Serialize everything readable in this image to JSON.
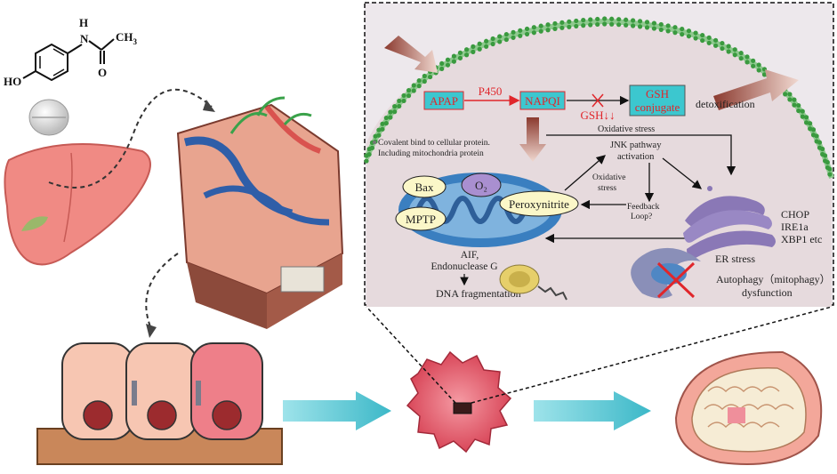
{
  "molecule": {
    "nh": "H",
    "n": "N",
    "o": "O",
    "ch3": "CH",
    "ch3_sub": "3",
    "ho": "HO"
  },
  "pathway": {
    "apap": "APAP",
    "p450": "P450",
    "napqi": "NAPQI",
    "gsh_conjugate_line1": "GSH",
    "gsh_conjugate_line2": "conjugate",
    "gsh_depletion": "GSH↓↓",
    "detoxification": "detoxification",
    "oxidative_stress_top": "Oxidative stress",
    "covalent_line1": "Covalent bind to cellular protein.",
    "covalent_line2": "Including mitochondria protein",
    "jnk_line1": "JNK pathway",
    "jnk_line2": "activation",
    "oxidative_stress_mid_line1": "Oxidative",
    "oxidative_stress_mid_line2": "stress",
    "feedback_line1": "Feedback",
    "feedback_line2": "Loop?",
    "bax": "Bax",
    "o2": "O₂",
    "peroxynitrite": "Peroxynitrite",
    "mptp": "MPTP",
    "aif_line1": "AIF,",
    "aif_line2": "Endonuclease G",
    "dna_fragmentation": "DNA fragmentation",
    "chop": "CHOP",
    "ire1a": "IRE1a",
    "xbp1": "XBP1 etc",
    "er_stress": "ER stress",
    "autophagy_line1": "Autophagy（mitophagy）",
    "autophagy_line2": "dysfunction"
  },
  "colors": {
    "inset_bg": "#ede8ec",
    "membrane_bead": "#3a9a3f",
    "pathway_red": "#e0262b",
    "gsh_box": "#3cc7cf",
    "liver": "#f08a84",
    "cell_blob": "#e85a68",
    "arrow_cyan": "#55c6d3",
    "mito": "#3a7fc0",
    "er": "#8a78b6"
  }
}
